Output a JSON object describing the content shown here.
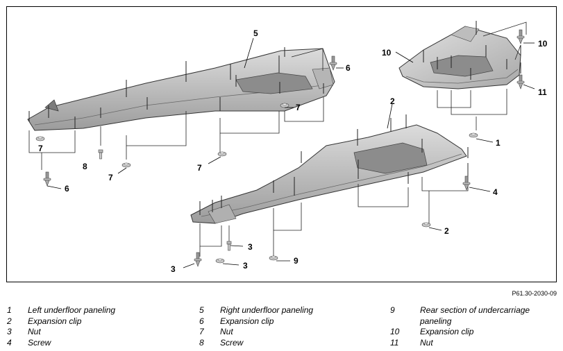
{
  "figure": {
    "reference": "P61.30-2030-09",
    "callouts": [
      "5",
      "6",
      "7",
      "7",
      "7",
      "8",
      "6",
      "9",
      "10",
      "10",
      "11",
      "1",
      "2",
      "4",
      "3",
      "2",
      "3",
      "3"
    ]
  },
  "legend": {
    "columns": [
      [
        {
          "num": "1",
          "text": "Left underfloor paneling"
        },
        {
          "num": "2",
          "text": "Expansion clip"
        },
        {
          "num": "3",
          "text": "Nut"
        },
        {
          "num": "4",
          "text": "Screw"
        }
      ],
      [
        {
          "num": "5",
          "text": "Right underfloor paneling"
        },
        {
          "num": "6",
          "text": "Expansion clip"
        },
        {
          "num": "7",
          "text": "Nut"
        },
        {
          "num": "8",
          "text": "Screw"
        }
      ],
      [
        {
          "num": "9",
          "text": "Rear section of undercarriage paneling"
        },
        {
          "num": "10",
          "text": "Expansion clip"
        },
        {
          "num": "11",
          "text": "Nut"
        }
      ]
    ]
  }
}
